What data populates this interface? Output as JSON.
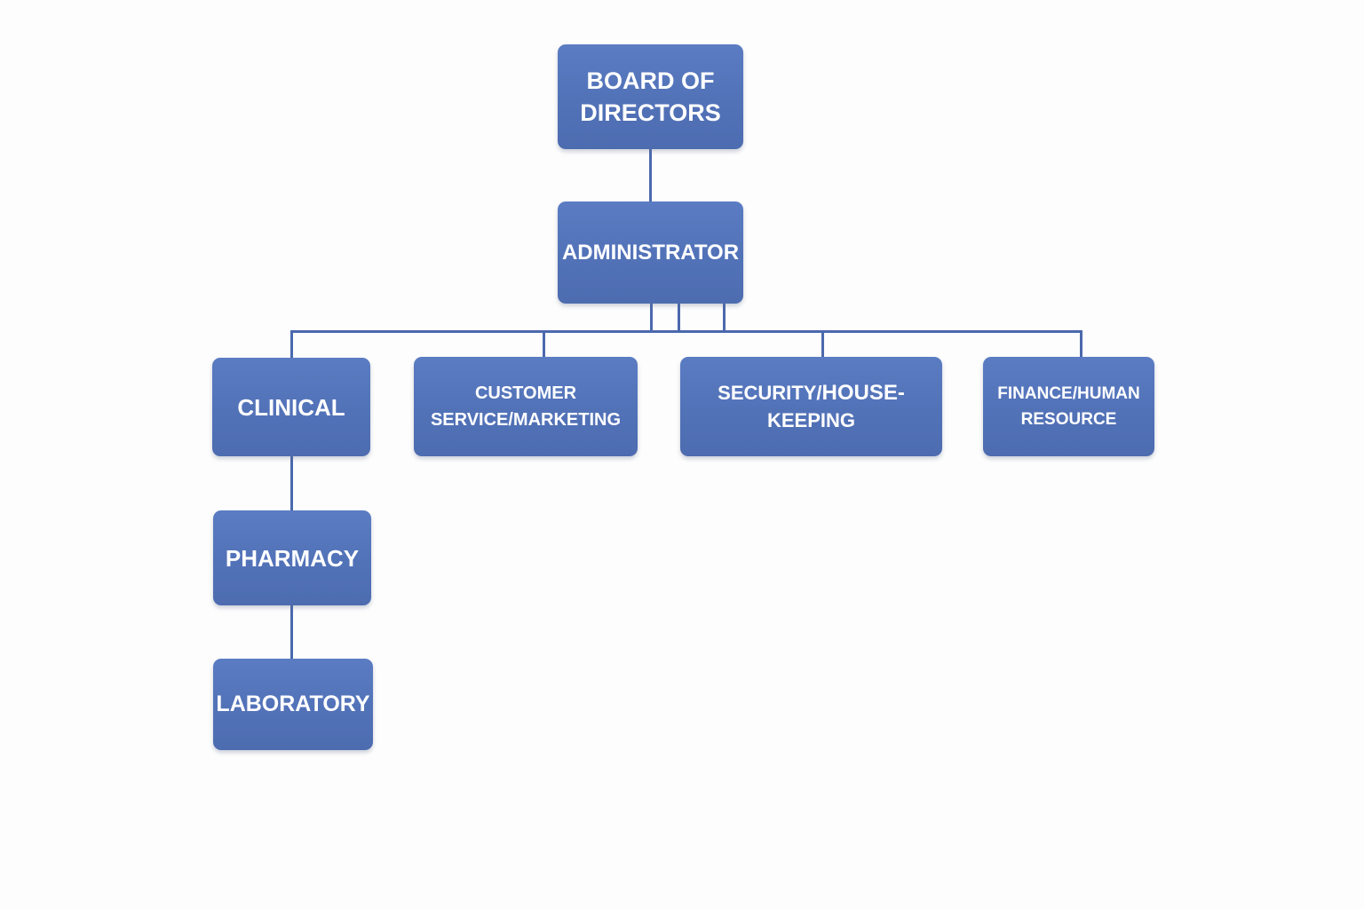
{
  "page": {
    "background_color": "#fdfdfd"
  },
  "colors": {
    "node_fill": "#5272b8",
    "node_fill_top": "#5b7cc2",
    "node_fill_bottom": "#4d6cb0",
    "connector": "#4b69ad",
    "node_text": "#ffffff"
  },
  "org_chart": {
    "type": "org-hierarchy",
    "nodes": {
      "board": {
        "label": "BOARD OF DIRECTORS",
        "lines": [
          "BOARD OF",
          "DIRECTORS"
        ]
      },
      "admin": {
        "label": "ADMINISTRATOR"
      },
      "clinical": {
        "label": "CLINICAL"
      },
      "customer": {
        "label": "CUSTOMER SERVICE/MARKETING",
        "lines": [
          "CUSTOMER",
          "SERVICE/MARKETING"
        ]
      },
      "security": {
        "label": "SECURITY/HOUSE-KEEPING",
        "segments": {
          "regular1": "SECURITY/",
          "bold": "HOUSE-",
          "regular2": "KEEPING"
        }
      },
      "finance": {
        "label": "FINANCE/HUMAN RESOURCE",
        "lines": [
          "FINANCE/HUMAN",
          "RESOURCE"
        ]
      },
      "pharmacy": {
        "label": "PHARMACY"
      },
      "laboratory": {
        "label": "LABORATORY"
      }
    },
    "edges": [
      {
        "from": "BOARD OF DIRECTORS",
        "to": "ADMINISTRATOR"
      },
      {
        "from": "ADMINISTRATOR",
        "to": "CLINICAL"
      },
      {
        "from": "ADMINISTRATOR",
        "to": "CUSTOMER SERVICE/MARKETING"
      },
      {
        "from": "ADMINISTRATOR",
        "to": "SECURITY/HOUSE-KEEPING"
      },
      {
        "from": "ADMINISTRATOR",
        "to": "FINANCE/HUMAN RESOURCE"
      },
      {
        "from": "CLINICAL",
        "to": "PHARMACY"
      },
      {
        "from": "PHARMACY",
        "to": "LABORATORY"
      }
    ]
  }
}
